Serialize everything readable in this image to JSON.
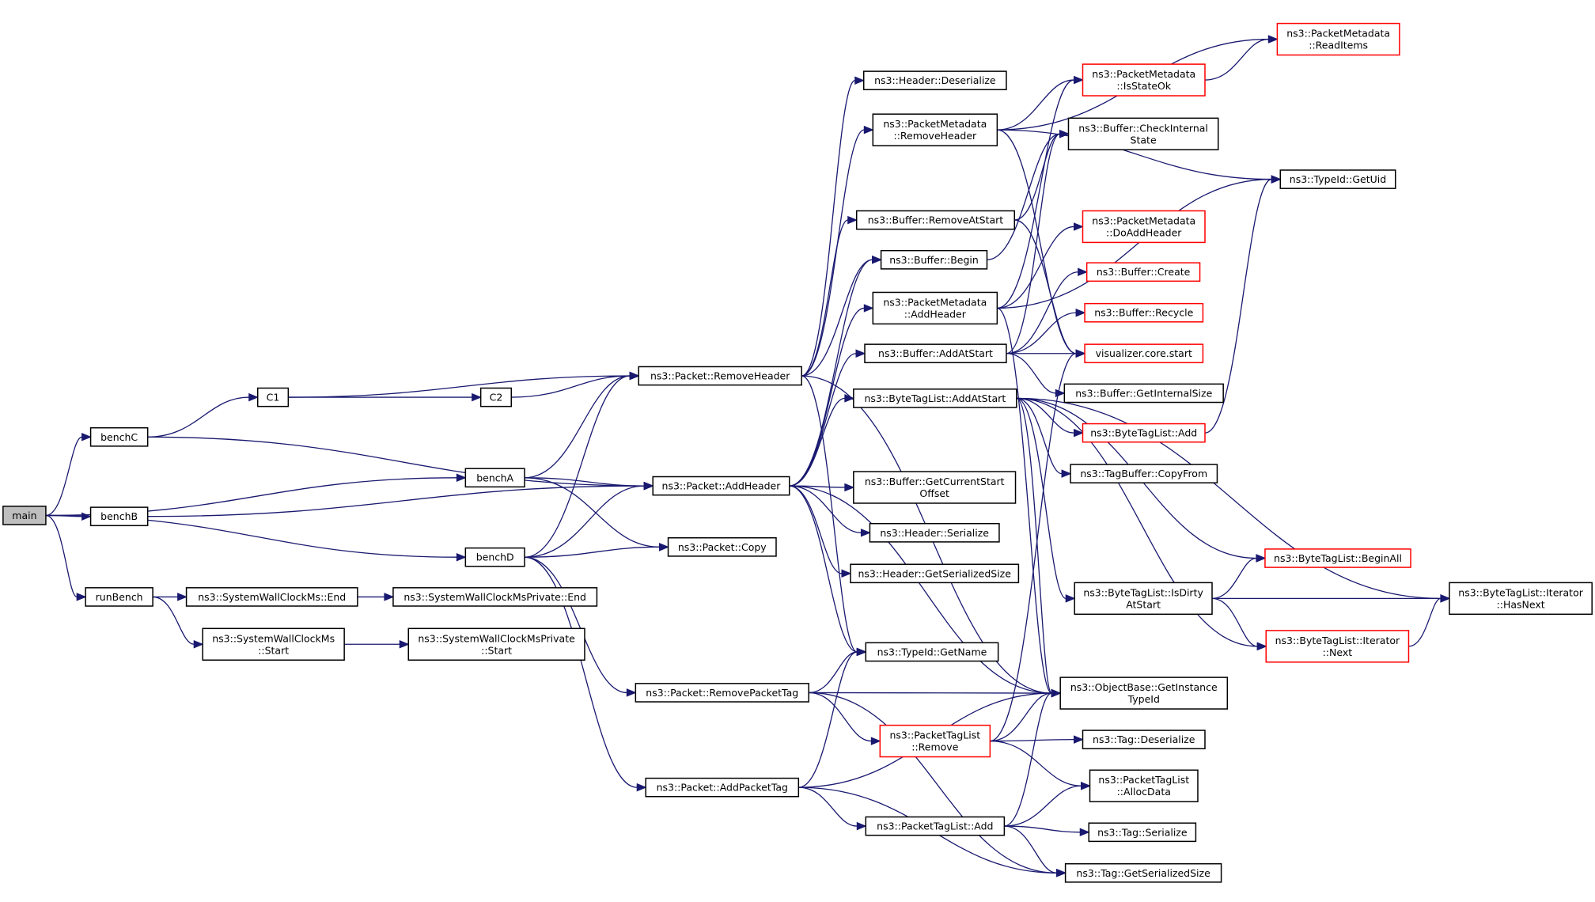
{
  "nodes": [
    {
      "id": "main",
      "lines": [
        "main"
      ],
      "root": true
    },
    {
      "id": "benchC",
      "lines": [
        "benchC"
      ]
    },
    {
      "id": "benchA",
      "lines": [
        "benchA"
      ]
    },
    {
      "id": "benchB",
      "lines": [
        "benchB"
      ]
    },
    {
      "id": "benchD",
      "lines": [
        "benchD"
      ]
    },
    {
      "id": "runBench",
      "lines": [
        "runBench"
      ]
    },
    {
      "id": "C1",
      "lines": [
        "C1"
      ]
    },
    {
      "id": "C2",
      "lines": [
        "C2"
      ]
    },
    {
      "id": "pkt_RemoveHeader",
      "lines": [
        "ns3::Packet::RemoveHeader"
      ]
    },
    {
      "id": "pkt_AddHeader",
      "lines": [
        "ns3::Packet::AddHeader"
      ]
    },
    {
      "id": "pkt_Copy",
      "lines": [
        "ns3::Packet::Copy"
      ]
    },
    {
      "id": "swc_End",
      "lines": [
        "ns3::SystemWallClockMs::End"
      ]
    },
    {
      "id": "swcp_End",
      "lines": [
        "ns3::SystemWallClockMsPrivate::End"
      ]
    },
    {
      "id": "swc_Start",
      "lines": [
        "ns3::SystemWallClockMs",
        "::Start"
      ]
    },
    {
      "id": "swcp_Start",
      "lines": [
        "ns3::SystemWallClockMsPrivate",
        "::Start"
      ]
    },
    {
      "id": "pkt_RemovePacketTag",
      "lines": [
        "ns3::Packet::RemovePacketTag"
      ]
    },
    {
      "id": "pkt_AddPacketTag",
      "lines": [
        "ns3::Packet::AddPacketTag"
      ]
    },
    {
      "id": "hdr_Deserialize",
      "lines": [
        "ns3::Header::Deserialize"
      ]
    },
    {
      "id": "pm_RemoveHeader",
      "lines": [
        "ns3::PacketMetadata",
        "::RemoveHeader"
      ]
    },
    {
      "id": "buf_RemoveAtStart",
      "lines": [
        "ns3::Buffer::RemoveAtStart"
      ]
    },
    {
      "id": "buf_Begin",
      "lines": [
        "ns3::Buffer::Begin"
      ]
    },
    {
      "id": "pm_AddHeader",
      "lines": [
        "ns3::PacketMetadata",
        "::AddHeader"
      ]
    },
    {
      "id": "buf_AddAtStart",
      "lines": [
        "ns3::Buffer::AddAtStart"
      ]
    },
    {
      "id": "btl_AddAtStart",
      "lines": [
        "ns3::ByteTagList::AddAtStart"
      ]
    },
    {
      "id": "buf_GetCurrentStartOffset",
      "lines": [
        "ns3::Buffer::GetCurrentStart",
        "Offset"
      ]
    },
    {
      "id": "hdr_Serialize",
      "lines": [
        "ns3::Header::Serialize"
      ]
    },
    {
      "id": "hdr_GetSerializedSize",
      "lines": [
        "ns3::Header::GetSerializedSize"
      ]
    },
    {
      "id": "tid_GetName",
      "lines": [
        "ns3::TypeId::GetName"
      ]
    },
    {
      "id": "ptl_Remove",
      "lines": [
        "ns3::PacketTagList",
        "::Remove"
      ],
      "red": true
    },
    {
      "id": "ptl_Add",
      "lines": [
        "ns3::PacketTagList::Add"
      ]
    },
    {
      "id": "pm_ReadItems",
      "lines": [
        "ns3::PacketMetadata",
        "::ReadItems"
      ],
      "red": true
    },
    {
      "id": "pm_IsStateOk",
      "lines": [
        "ns3::PacketMetadata",
        "::IsStateOk"
      ],
      "red": true
    },
    {
      "id": "buf_CheckInternalState",
      "lines": [
        "ns3::Buffer::CheckInternal",
        "State"
      ]
    },
    {
      "id": "tid_GetUid",
      "lines": [
        "ns3::TypeId::GetUid"
      ]
    },
    {
      "id": "pm_DoAddHeader",
      "lines": [
        "ns3::PacketMetadata",
        "::DoAddHeader"
      ],
      "red": true
    },
    {
      "id": "buf_Create",
      "lines": [
        "ns3::Buffer::Create"
      ],
      "red": true
    },
    {
      "id": "buf_Recycle",
      "lines": [
        "ns3::Buffer::Recycle"
      ],
      "red": true
    },
    {
      "id": "viz_start",
      "lines": [
        "visualizer.core.start"
      ],
      "red": true
    },
    {
      "id": "buf_GetInternalSize",
      "lines": [
        "ns3::Buffer::GetInternalSize"
      ]
    },
    {
      "id": "btl_Add",
      "lines": [
        "ns3::ByteTagList::Add"
      ],
      "red": true
    },
    {
      "id": "tb_CopyFrom",
      "lines": [
        "ns3::TagBuffer::CopyFrom"
      ]
    },
    {
      "id": "btl_BeginAll",
      "lines": [
        "ns3::ByteTagList::BeginAll"
      ],
      "red": true
    },
    {
      "id": "btl_IsDirtyAtStart",
      "lines": [
        "ns3::ByteTagList::IsDirty",
        "AtStart"
      ]
    },
    {
      "id": "btl_it_Next",
      "lines": [
        "ns3::ByteTagList::Iterator",
        "::Next"
      ],
      "red": true
    },
    {
      "id": "btl_it_HasNext",
      "lines": [
        "ns3::ByteTagList::Iterator",
        "::HasNext"
      ]
    },
    {
      "id": "ob_GetInstanceTypeId",
      "lines": [
        "ns3::ObjectBase::GetInstance",
        "TypeId"
      ]
    },
    {
      "id": "tag_Deserialize",
      "lines": [
        "ns3::Tag::Deserialize"
      ]
    },
    {
      "id": "ptl_AllocData",
      "lines": [
        "ns3::PacketTagList",
        "::AllocData"
      ]
    },
    {
      "id": "tag_Serialize",
      "lines": [
        "ns3::Tag::Serialize"
      ]
    },
    {
      "id": "tag_GetSerializedSize",
      "lines": [
        "ns3::Tag::GetSerializedSize"
      ]
    }
  ],
  "edges": [
    [
      "main",
      "benchC"
    ],
    [
      "main",
      "benchA"
    ],
    [
      "main",
      "benchB"
    ],
    [
      "main",
      "benchD"
    ],
    [
      "main",
      "runBench"
    ],
    [
      "benchC",
      "C1"
    ],
    [
      "benchC",
      "pkt_AddHeader"
    ],
    [
      "C1",
      "pkt_RemoveHeader"
    ],
    [
      "C1",
      "C2"
    ],
    [
      "C2",
      "pkt_RemoveHeader"
    ],
    [
      "benchA",
      "pkt_RemoveHeader"
    ],
    [
      "benchA",
      "pkt_AddHeader"
    ],
    [
      "benchA",
      "pkt_Copy"
    ],
    [
      "benchB",
      "pkt_AddHeader"
    ],
    [
      "benchD",
      "pkt_RemoveHeader"
    ],
    [
      "benchD",
      "pkt_AddHeader"
    ],
    [
      "benchD",
      "pkt_Copy"
    ],
    [
      "benchD",
      "pkt_RemovePacketTag"
    ],
    [
      "benchD",
      "pkt_AddPacketTag"
    ],
    [
      "runBench",
      "swc_End"
    ],
    [
      "runBench",
      "swc_Start"
    ],
    [
      "swc_End",
      "swcp_End"
    ],
    [
      "swc_Start",
      "swcp_Start"
    ],
    [
      "pkt_RemoveHeader",
      "hdr_Deserialize"
    ],
    [
      "pkt_RemoveHeader",
      "pm_RemoveHeader"
    ],
    [
      "pkt_RemoveHeader",
      "buf_RemoveAtStart"
    ],
    [
      "pkt_RemoveHeader",
      "buf_Begin"
    ],
    [
      "pkt_RemoveHeader",
      "tid_GetName"
    ],
    [
      "pkt_RemoveHeader",
      "ob_GetInstanceTypeId"
    ],
    [
      "pkt_AddHeader",
      "buf_Begin"
    ],
    [
      "pkt_AddHeader",
      "pm_AddHeader"
    ],
    [
      "pkt_AddHeader",
      "buf_AddAtStart"
    ],
    [
      "pkt_AddHeader",
      "btl_AddAtStart"
    ],
    [
      "pkt_AddHeader",
      "buf_GetCurrentStartOffset"
    ],
    [
      "pkt_AddHeader",
      "hdr_Serialize"
    ],
    [
      "pkt_AddHeader",
      "hdr_GetSerializedSize"
    ],
    [
      "pkt_AddHeader",
      "tid_GetName"
    ],
    [
      "pkt_AddHeader",
      "ob_GetInstanceTypeId"
    ],
    [
      "pm_RemoveHeader",
      "pm_ReadItems"
    ],
    [
      "pm_RemoveHeader",
      "pm_IsStateOk"
    ],
    [
      "pm_RemoveHeader",
      "tid_GetUid"
    ],
    [
      "pm_RemoveHeader",
      "viz_start"
    ],
    [
      "buf_RemoveAtStart",
      "buf_CheckInternalState"
    ],
    [
      "buf_RemoveAtStart",
      "viz_start"
    ],
    [
      "buf_Begin",
      "buf_CheckInternalState"
    ],
    [
      "pm_AddHeader",
      "pm_IsStateOk"
    ],
    [
      "pm_AddHeader",
      "tid_GetUid"
    ],
    [
      "pm_AddHeader",
      "pm_DoAddHeader"
    ],
    [
      "pm_AddHeader",
      "ob_GetInstanceTypeId"
    ],
    [
      "buf_AddAtStart",
      "buf_CheckInternalState"
    ],
    [
      "buf_AddAtStart",
      "buf_Create"
    ],
    [
      "buf_AddAtStart",
      "buf_Recycle"
    ],
    [
      "buf_AddAtStart",
      "viz_start"
    ],
    [
      "buf_AddAtStart",
      "buf_GetInternalSize"
    ],
    [
      "btl_AddAtStart",
      "btl_Add"
    ],
    [
      "btl_AddAtStart",
      "tb_CopyFrom"
    ],
    [
      "btl_AddAtStart",
      "btl_BeginAll"
    ],
    [
      "btl_AddAtStart",
      "btl_IsDirtyAtStart"
    ],
    [
      "btl_AddAtStart",
      "btl_it_Next"
    ],
    [
      "btl_AddAtStart",
      "btl_it_HasNext"
    ],
    [
      "btl_AddAtStart",
      "ob_GetInstanceTypeId"
    ],
    [
      "pm_IsStateOk",
      "pm_ReadItems"
    ],
    [
      "btl_Add",
      "tid_GetUid"
    ],
    [
      "btl_IsDirtyAtStart",
      "btl_BeginAll"
    ],
    [
      "btl_IsDirtyAtStart",
      "btl_it_HasNext"
    ],
    [
      "btl_IsDirtyAtStart",
      "btl_it_Next"
    ],
    [
      "btl_it_Next",
      "btl_it_HasNext"
    ],
    [
      "pkt_RemovePacketTag",
      "tid_GetName"
    ],
    [
      "pkt_RemovePacketTag",
      "ob_GetInstanceTypeId"
    ],
    [
      "pkt_RemovePacketTag",
      "ptl_Remove"
    ],
    [
      "pkt_RemovePacketTag",
      "tag_GetSerializedSize"
    ],
    [
      "pkt_AddPacketTag",
      "tid_GetName"
    ],
    [
      "pkt_AddPacketTag",
      "ob_GetInstanceTypeId"
    ],
    [
      "pkt_AddPacketTag",
      "ptl_Add"
    ],
    [
      "pkt_AddPacketTag",
      "tag_GetSerializedSize"
    ],
    [
      "ptl_Remove",
      "viz_start"
    ],
    [
      "ptl_Remove",
      "ob_GetInstanceTypeId"
    ],
    [
      "ptl_Remove",
      "tag_Deserialize"
    ],
    [
      "ptl_Remove",
      "ptl_AllocData"
    ],
    [
      "ptl_Add",
      "ob_GetInstanceTypeId"
    ],
    [
      "ptl_Add",
      "ptl_AllocData"
    ],
    [
      "ptl_Add",
      "tag_Serialize"
    ],
    [
      "ptl_Add",
      "tag_GetSerializedSize"
    ]
  ]
}
